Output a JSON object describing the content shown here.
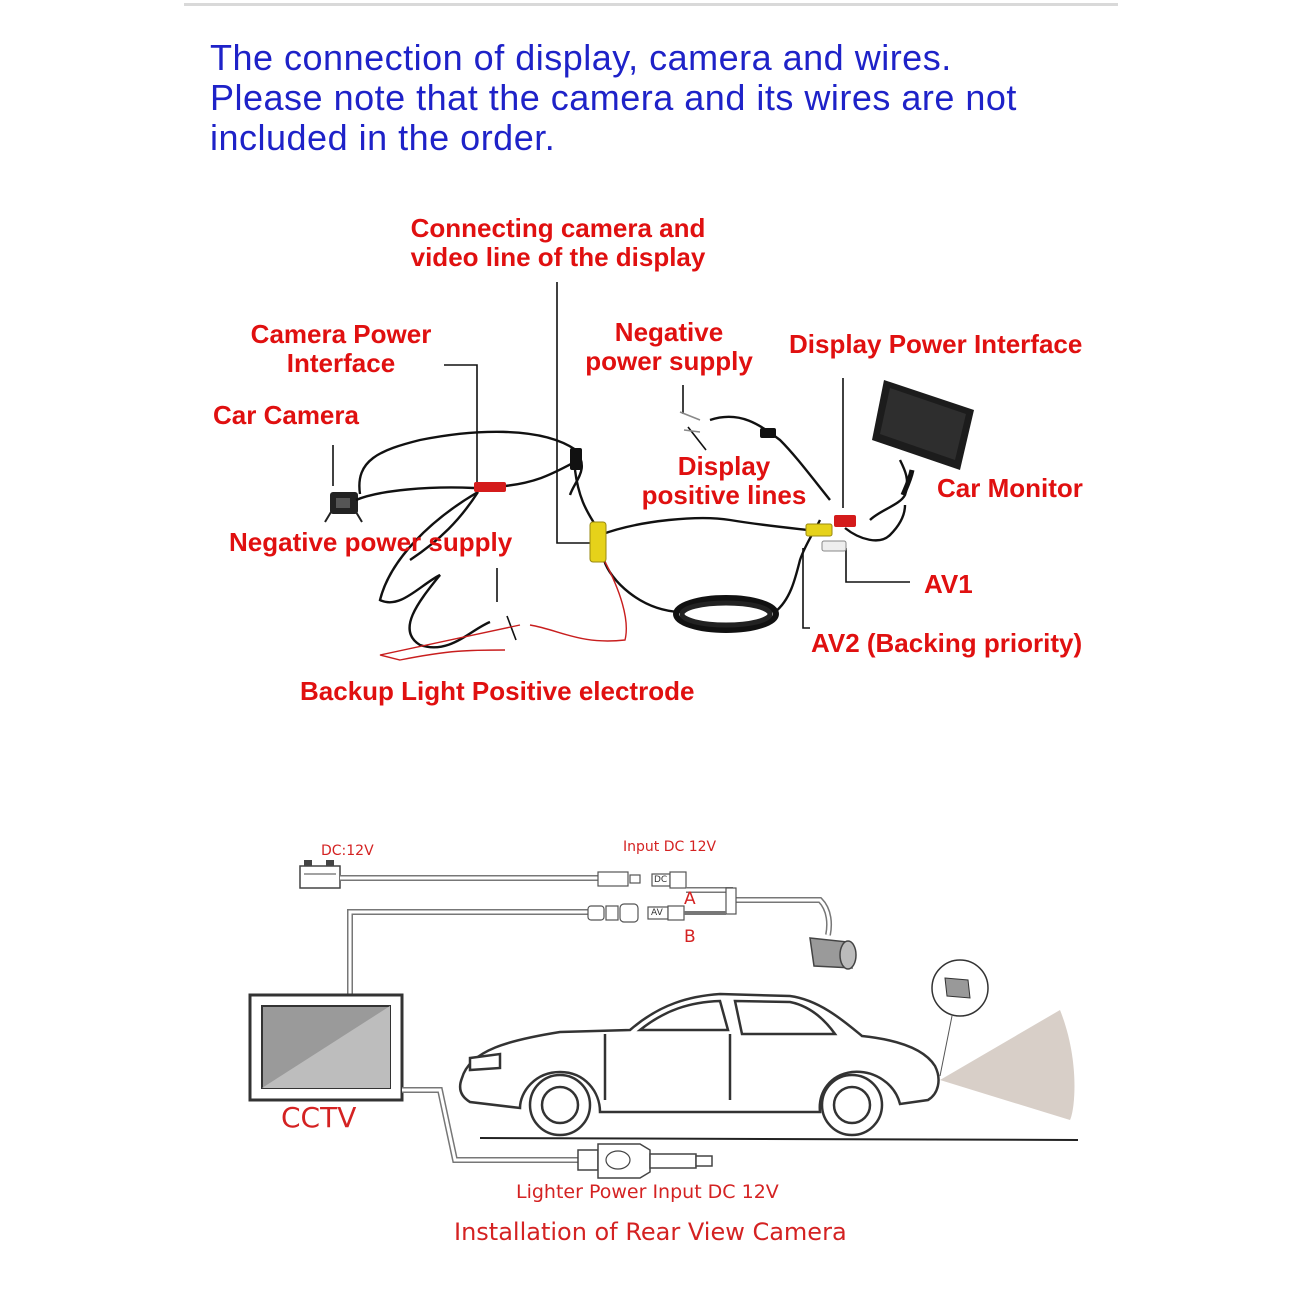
{
  "heading": {
    "line1": "The connection of display, camera and wires.",
    "line2": "Please note that the camera and its wires are not",
    "line3": "included in the order."
  },
  "top_diagram": {
    "connecting_camera": [
      "Connecting camera and",
      "video line of the display"
    ],
    "camera_power": [
      "Camera Power",
      "Interface"
    ],
    "negative_power_top": [
      "Negative",
      "power supply"
    ],
    "display_power": "Display Power Interface",
    "car_camera": "Car Camera",
    "display_positive": [
      "Display",
      "positive lines"
    ],
    "car_monitor": "Car Monitor",
    "negative_power_bottom": "Negative power supply",
    "av1": "AV1",
    "av2": "AV2 (Backing priority)",
    "backup_light": "Backup Light Positive electrode"
  },
  "bottom_diagram": {
    "dc12v": "DC:12V",
    "input_dc": "Input DC 12V",
    "dc_tag": "DC",
    "av_tag": "AV",
    "port_a": "A",
    "port_b": "B",
    "cctv": "CCTV",
    "lighter": "Lighter Power Input DC 12V",
    "caption": "Installation of Rear View Camera"
  },
  "colors": {
    "heading": "#1e22c8",
    "label": "#e01010",
    "wire": "#111111",
    "yellow_plug": "#e6d21a",
    "red_plug": "#d41b1b"
  }
}
